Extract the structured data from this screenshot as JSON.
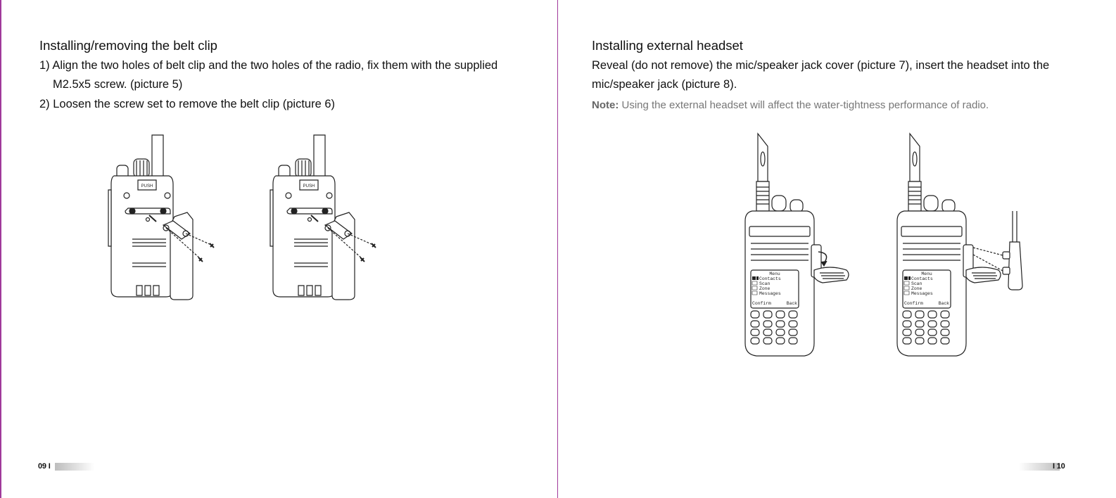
{
  "left_page": {
    "title": "Installing/removing the belt clip",
    "step1_line1": "1) Align the two holes of belt clip and the two holes of the radio, fix them with the supplied",
    "step1_line2": "M2.5x5 screw. (picture 5)",
    "step2": "2) Loosen the screw set to remove the belt clip (picture 6)",
    "page_number": "09",
    "figure_labels": [
      "PUSH",
      "PUSH"
    ]
  },
  "right_page": {
    "title": "Installing external headset",
    "body_line1": "Reveal (do not remove) the mic/speaker jack cover (picture 7), insert the headset into the",
    "body_line2": "mic/speaker jack (picture 8).",
    "note_label": "Note:",
    "note_text": " Using the external headset will affect the water-tightness performance of radio.",
    "page_number": "10",
    "screen_menu": {
      "header": "Menu",
      "items": [
        "Contacts",
        "Scan",
        "Zone",
        "Messages"
      ],
      "softkey_left": "Confirm",
      "softkey_right": "Back"
    }
  }
}
